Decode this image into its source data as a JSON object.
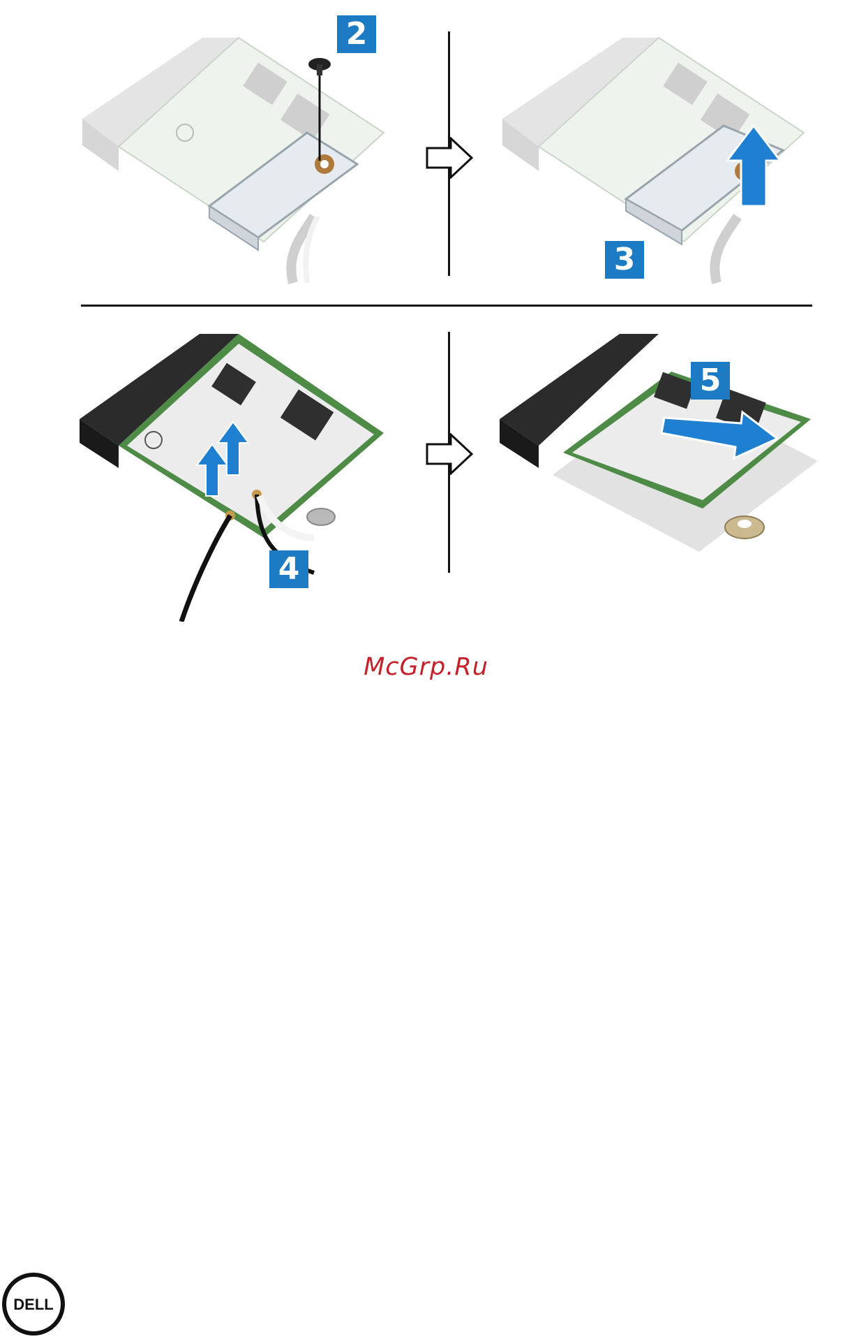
{
  "steps": [
    {
      "number": "2"
    },
    {
      "number": "3"
    },
    {
      "number": "4"
    },
    {
      "number": "5"
    }
  ],
  "watermark": "McGrp.Ru",
  "logo": {
    "text": "DELL",
    "icon": "dell-logo"
  },
  "colors": {
    "badge": "#1d7bc4",
    "arrow_blue": "#1f7fd0",
    "board_green": "#4d8b47",
    "watermark_red": "#c4202a"
  }
}
